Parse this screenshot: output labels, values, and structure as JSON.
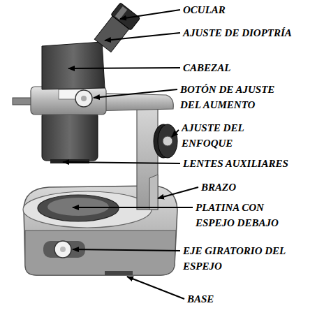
{
  "diagram": {
    "labels": [
      "OCULAR",
      "AJUSTE DE DIOPTRÍA",
      "CABEZAL",
      "BOTÓN DE AJUSTE DEL AUMENTO",
      "AJUSTE DEL ENFOQUE",
      "LENTES AUXILIARES",
      "BRAZO",
      "PLATINA CON ESPEJO DEBAJO",
      "EJE GIRATORIO DEL ESPEJO",
      "BASE"
    ]
  }
}
